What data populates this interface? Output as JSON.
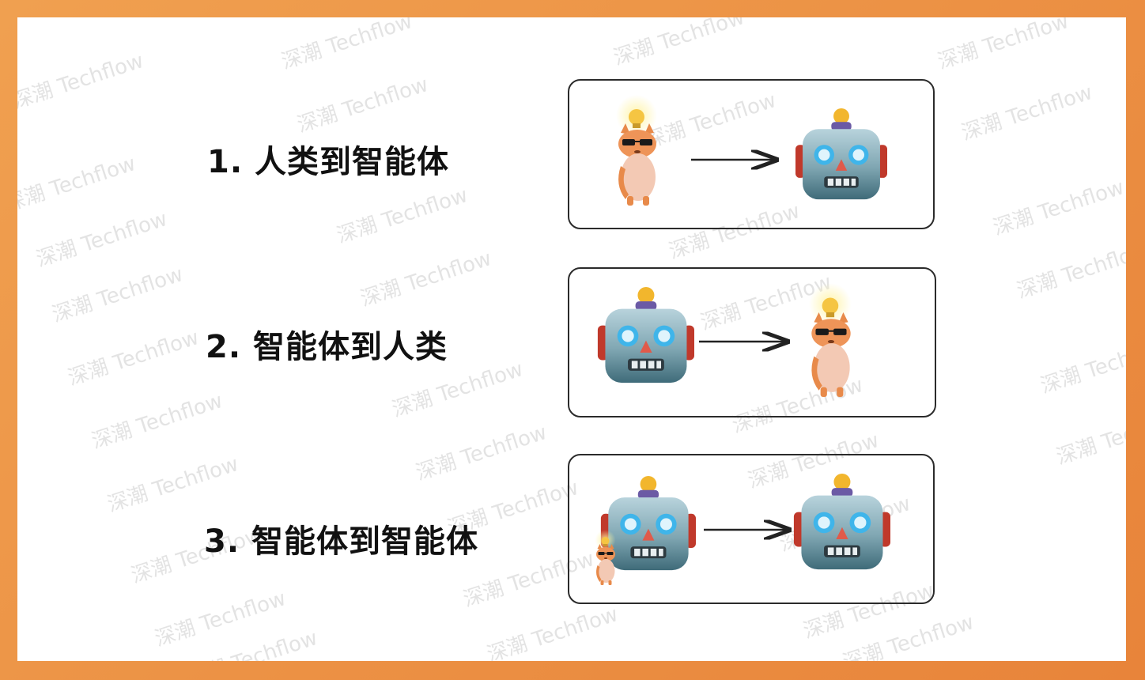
{
  "watermark": "深潮 Techflow",
  "rows": [
    {
      "label": "1. 人类到智能体",
      "from": "hamster-icon",
      "to": "robot-icon"
    },
    {
      "label": "2. 智能体到人类",
      "from": "robot-icon",
      "to": "hamster-icon"
    },
    {
      "label": "3. 智能体到智能体",
      "from": "robot-with-hamster-icon",
      "to": "robot-icon"
    }
  ],
  "colors": {
    "frame": "#ec8f42",
    "robot_face": "#6a9aa8",
    "robot_eye": "#4fc3f0",
    "robot_nose": "#e05a4a",
    "robot_ear": "#c0392b",
    "antenna": "#f2b62d",
    "hamster": "#e88a4a"
  }
}
